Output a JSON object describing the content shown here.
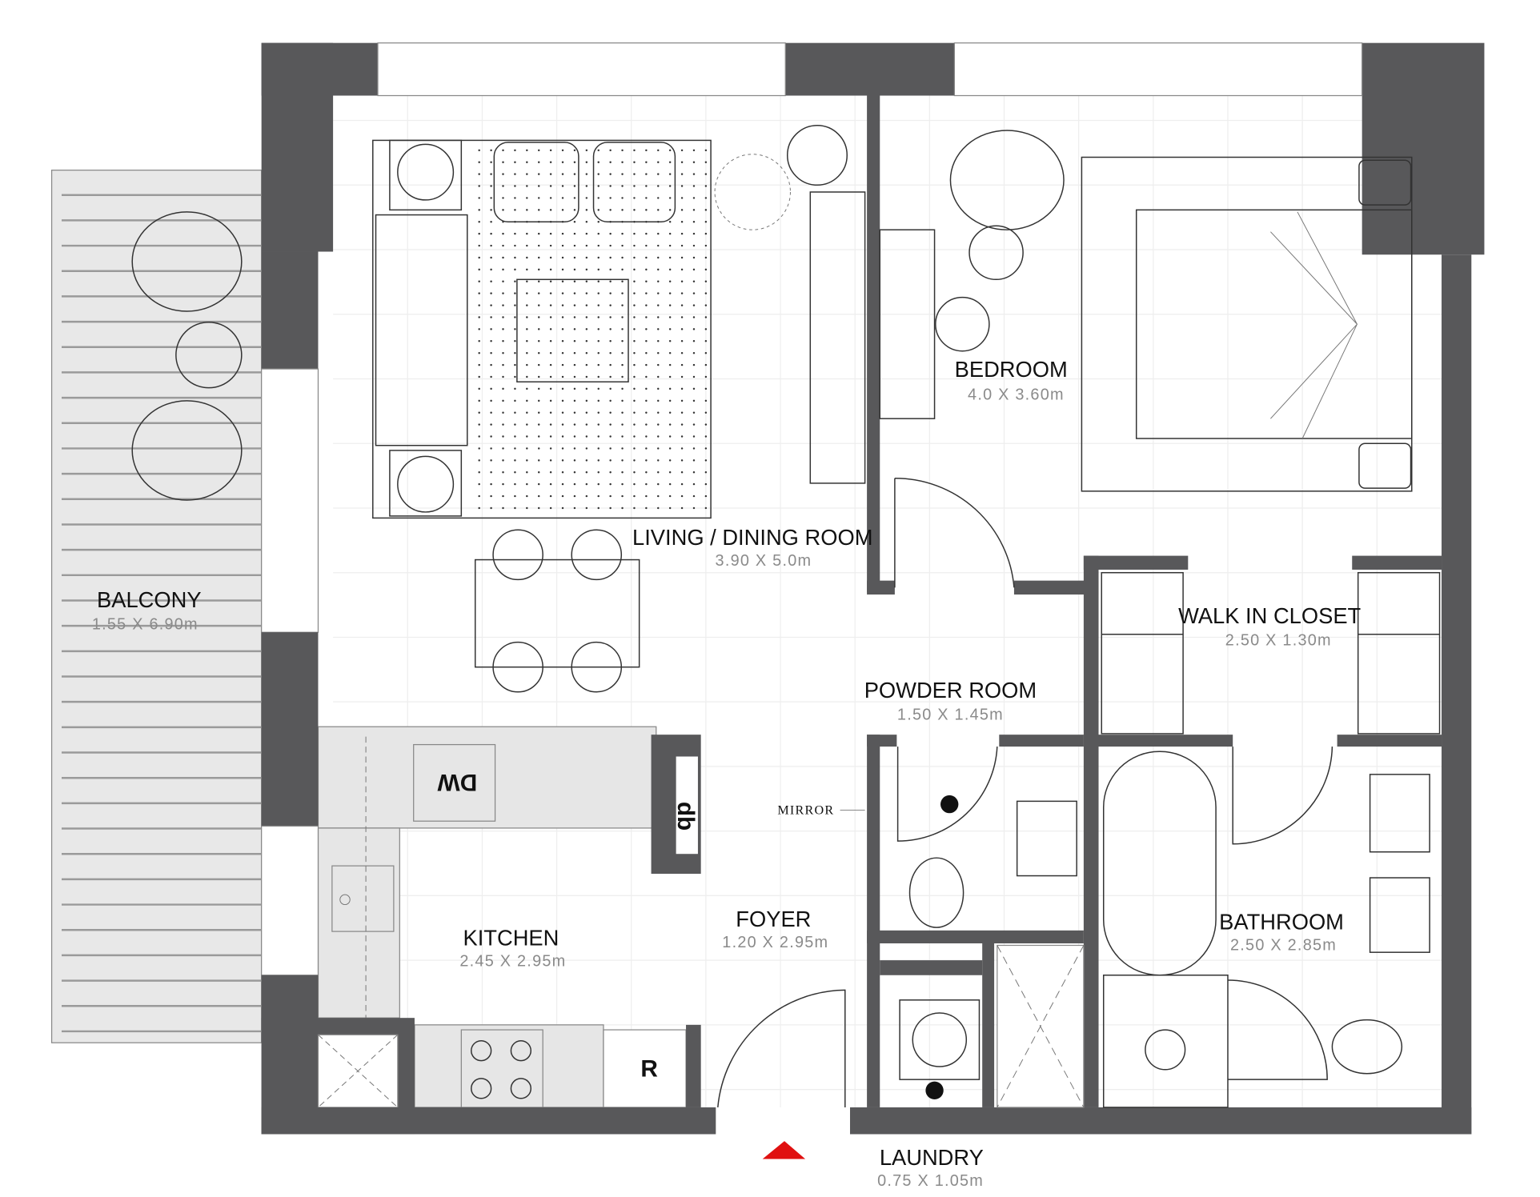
{
  "rooms": {
    "living": {
      "name": "LIVING / DINING ROOM",
      "dims": "3.90  X  5.0m"
    },
    "bedroom": {
      "name": "BEDROOM",
      "dims": "4.0  X  3.60m"
    },
    "balcony": {
      "name": "BALCONY",
      "dims": "1.55  X  6.90m"
    },
    "closet": {
      "name": "WALK IN CLOSET",
      "dims": "2.50  X  1.30m"
    },
    "powder": {
      "name": "POWDER ROOM",
      "dims": "1.50  X  1.45m"
    },
    "kitchen": {
      "name": "KITCHEN",
      "dims": "2.45  X  2.95m"
    },
    "foyer": {
      "name": "FOYER",
      "dims": "1.20  X  2.95m"
    },
    "bathroom": {
      "name": "BATHROOM",
      "dims": "2.50  X  2.85m"
    },
    "laundry": {
      "name": "LAUNDRY",
      "dims": "0.75  X  1.05m"
    }
  },
  "annotations": {
    "mirror": "MIRROR",
    "dishwasher": "DW",
    "db": "db",
    "refrigerator": "R"
  },
  "colors": {
    "wall": "#58585a",
    "counter": "#e6e6e6",
    "balcony": "#e8e8e8",
    "entrance_arrow": "#e01010"
  },
  "icons": {
    "entrance": "entrance-arrow-icon"
  }
}
